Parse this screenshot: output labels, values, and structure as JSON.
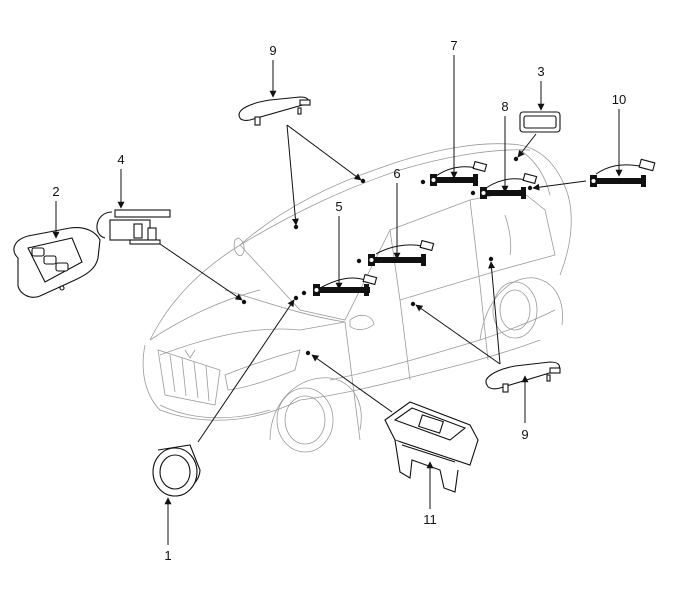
{
  "title": "Smart Key System Component Locations",
  "colors": {
    "line": "#111111",
    "car_outline": "#9a9a9a",
    "background": "#ffffff"
  },
  "callouts": [
    {
      "id": "1",
      "label": "1",
      "component": "start-stop-button"
    },
    {
      "id": "2",
      "label": "2",
      "component": "fob-key"
    },
    {
      "id": "3",
      "label": "3",
      "component": "rear-interior-component"
    },
    {
      "id": "4",
      "label": "4",
      "component": "steering-lock-unit"
    },
    {
      "id": "5",
      "label": "5",
      "component": "front-interior-antenna"
    },
    {
      "id": "6",
      "label": "6",
      "component": "center-interior-antenna"
    },
    {
      "id": "7",
      "label": "7",
      "component": "rear-interior-antenna"
    },
    {
      "id": "8",
      "label": "8",
      "component": "trunk-interior-antenna"
    },
    {
      "id": "9a",
      "label": "9",
      "component": "outside-door-handle-left"
    },
    {
      "id": "9b",
      "label": "9",
      "component": "outside-door-handle-right"
    },
    {
      "id": "10",
      "label": "10",
      "component": "bumper-antenna"
    },
    {
      "id": "11",
      "label": "11",
      "component": "smart-key-unit"
    }
  ]
}
